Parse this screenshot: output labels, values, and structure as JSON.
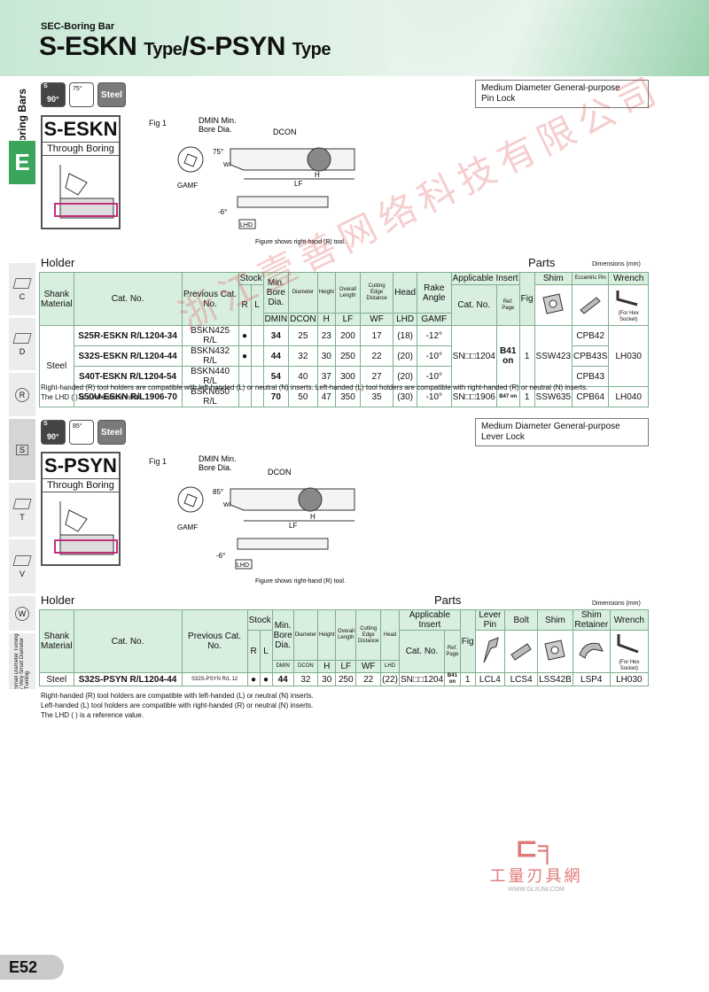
{
  "header": {
    "subtitle": "SEC-Boring Bar",
    "title_a": "S-ESKN",
    "type_a": "Type",
    "slash": "/",
    "title_b": "S-PSYN",
    "type_b": "Type"
  },
  "sidebar": {
    "boring": "Boring Bars",
    "e": "E",
    "c": "C",
    "d": "D",
    "r": "R",
    "s": "S",
    "t": "T",
    "v": "V",
    "w": "W",
    "vert": "Small Diameter Turning / Very Small Diameter Turning"
  },
  "icons": {
    "s": "S",
    "deg90": "90°",
    "ang1": "75°",
    "ang2": "85°",
    "steel": "Steel"
  },
  "section1": {
    "name": "S-ESKN",
    "sub": "Through Boring",
    "desc1": "Medium Diameter General-purpose",
    "desc2": "Pin Lock",
    "fig": "Fig 1",
    "dmin": "DMIN Min.",
    "bore": "Bore Dia.",
    "dcon": "DCON",
    "a75": "75°",
    "wf": "WF",
    "lf": "LF",
    "h": "H",
    "gamf": "GAMF",
    "m6": "-6°",
    "lhd": "LHD",
    "figcap": "Figure shows right-hand (R) tool.",
    "holder": "Holder",
    "parts": "Parts",
    "dims": "Dimensions (mm)",
    "hdr": {
      "shank": "Shank Material",
      "cat": "Cat. No.",
      "prev": "Previous Cat. No.",
      "stock": "Stock",
      "r": "R",
      "l": "L",
      "min": "Min. Bore Dia.",
      "diam": "Diameter",
      "height": "Height",
      "overall": "Overall Length",
      "cutting": "Cutting Edge Distance",
      "head": "Head",
      "rake": "Rake Angle",
      "ins": "Applicable Insert",
      "inscat": "Cat. No.",
      "ref": "Ref. Page",
      "fig": "Fig",
      "shim": "Shim",
      "ecc": "Eccentric Pin",
      "wrench": "Wrench",
      "hex": "(For Hex Socket)",
      "dmin": "DMIN",
      "dcon": "DCON",
      "h": "H",
      "lf": "LF",
      "wf": "WF",
      "lhd": "LHD",
      "gamf": "GAMF"
    },
    "material": "Steel",
    "rows": [
      {
        "cat": "S25R-ESKN R/L1204-34",
        "prev": "BSKN425 R/L",
        "r": "●",
        "l": "",
        "dmin": "34",
        "dcon": "25",
        "h": "23",
        "lf": "200",
        "wf": "17",
        "lhd": "(18)",
        "gamf": "-12°",
        "ecc": "CPB42"
      },
      {
        "cat": "S32S-ESKN R/L1204-44",
        "prev": "BSKN432 R/L",
        "r": "●",
        "l": "",
        "dmin": "44",
        "dcon": "32",
        "h": "30",
        "lf": "250",
        "wf": "22",
        "lhd": "(20)",
        "gamf": "-10°",
        "ecc": "CPB43S"
      },
      {
        "cat": "S40T-ESKN R/L1204-54",
        "prev": "BSKN440 R/L",
        "r": "",
        "l": "",
        "dmin": "54",
        "dcon": "40",
        "h": "37",
        "lf": "300",
        "wf": "27",
        "lhd": "(20)",
        "gamf": "-10°",
        "ecc": "CPB43"
      },
      {
        "cat": "S50U-ESKN R/L1906-70",
        "prev": "BSKN650 R/L",
        "r": "",
        "l": "",
        "dmin": "70",
        "dcon": "50",
        "h": "47",
        "lf": "350",
        "wf": "35",
        "lhd": "(30)",
        "gamf": "-10°",
        "ins": "SN□□1906",
        "ref": "B47 on",
        "fig": "1",
        "shim": "SSW635",
        "ecc": "CPB64",
        "wrench": "LH040"
      }
    ],
    "group": {
      "ins": "SN□□1204",
      "ref": "B41 on",
      "fig": "1",
      "shim": "SSW423",
      "wrench": "LH030"
    },
    "note1": "Right-handed (R) tool holders are compatible with left-handed (L) or neutral (N) inserts. Left-handed (L) tool holders are compatible with right-handed (R) or neutral (N) inserts.",
    "note2": "The LHD ( ) is a reference value."
  },
  "section2": {
    "name": "S-PSYN",
    "sub": "Through Boring",
    "desc1": "Medium Diameter General-purpose",
    "desc2": "Lever Lock",
    "fig": "Fig 1",
    "dmin": "DMIN Min.",
    "bore": "Bore Dia.",
    "dcon": "DCON",
    "a85": "85°",
    "wf": "WF",
    "lf": "LF",
    "h": "H",
    "gamf": "GAMF",
    "m6": "-6°",
    "lhd": "LHD",
    "figcap": "Figure shows right-hand (R) tool.",
    "holder": "Holder",
    "parts": "Parts",
    "dims": "Dimensions (mm)",
    "hdr": {
      "shank": "Shank Material",
      "cat": "Cat. No.",
      "prev": "Previous Cat. No.",
      "stock": "Stock",
      "r": "R",
      "l": "L",
      "min": "Min. Bore Dia.",
      "diam": "Diameter",
      "height": "Height",
      "overall": "Overall Length",
      "cutting": "Cutting Edge Distance",
      "head": "Head",
      "ins": "Applicable Insert",
      "inscat": "Cat. No.",
      "ref": "Ref. Page",
      "fig": "Fig",
      "lever": "Lever Pin",
      "bolt": "Bolt",
      "shim": "Shim",
      "retainer": "Shim Retainer",
      "wrench": "Wrench",
      "hex": "(For Hex Socket)",
      "dmin": "DMIN",
      "dcon": "DCON",
      "h": "H",
      "lf": "LF",
      "wf": "WF",
      "lhd": "LHD"
    },
    "row": {
      "material": "Steel",
      "cat": "S32S-PSYN R/L1204-44",
      "prev": "S32S-PSYN R/L 12",
      "r": "●",
      "l": "●",
      "dmin": "44",
      "dcon": "32",
      "h": "30",
      "lf": "250",
      "wf": "22",
      "lhd": "(22)",
      "ins": "SN□□1204",
      "ref": "B41 on",
      "fig": "1",
      "lever": "LCL4",
      "bolt": "LCS4",
      "shim": "LSS42B",
      "retainer": "LSP4",
      "wrench": "LH030"
    },
    "note1": "Right-handed (R) tool holders are compatible with left-handed (L) or neutral (N) inserts.",
    "note2": "Left-handed (L) tool holders are compatible with right-handed (R) or neutral (N) inserts.",
    "note3": "The LHD ( ) is a reference value."
  },
  "watermark": {
    "text": "浙江壹善网络科技有限公司",
    "cn": "工量刃具網",
    "url": "WWW.GLRJW.COM"
  },
  "footer": {
    "page": "E52"
  }
}
